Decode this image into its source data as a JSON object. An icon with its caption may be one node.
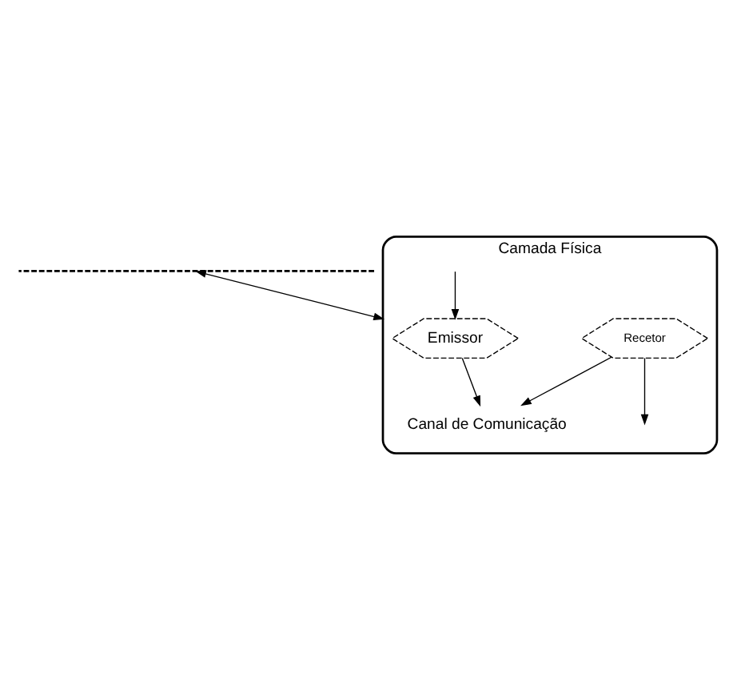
{
  "diagram": {
    "nodes": [
      {
        "text": [],
        "shape": "line"
      },
      {
        "text": [
          "Camada Física"
        ]
      },
      {
        "text": [
          "Emissor"
        ],
        "in": 1
      },
      {
        "text": [
          "Recetor"
        ],
        "in": 1
      },
      {
        "text": [
          "Canal de Comunicação"
        ],
        "in": 1
      }
    ],
    "edges": [
      {
        "from": 0,
        "to": 1,
        "arrow": "both"
      },
      {
        "from": null,
        "to": 2,
        "arrow": "to"
      },
      {
        "from": 3,
        "to": null,
        "arrow": "to"
      },
      {
        "from": 2,
        "to": 4,
        "arrow": "to"
      },
      {
        "from": 3,
        "to": 4,
        "arrow": "to"
      }
    ]
  }
}
